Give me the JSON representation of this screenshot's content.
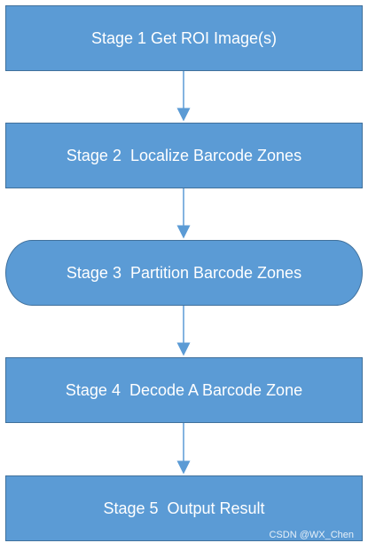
{
  "stages": [
    {
      "label": "Stage 1 Get ROI Image(s)"
    },
    {
      "label": "Stage 2  Localize Barcode Zones"
    },
    {
      "label": "Stage 3  Partition Barcode Zones"
    },
    {
      "label": "Stage 4  Decode A Barcode Zone"
    },
    {
      "label": "Stage 5  Output Result"
    }
  ],
  "watermark": "CSDN @WX_Chen",
  "colors": {
    "box_fill": "#5b9bd5",
    "box_border": "#41719c",
    "arrow": "#5b9bd5",
    "text": "#ffffff"
  }
}
